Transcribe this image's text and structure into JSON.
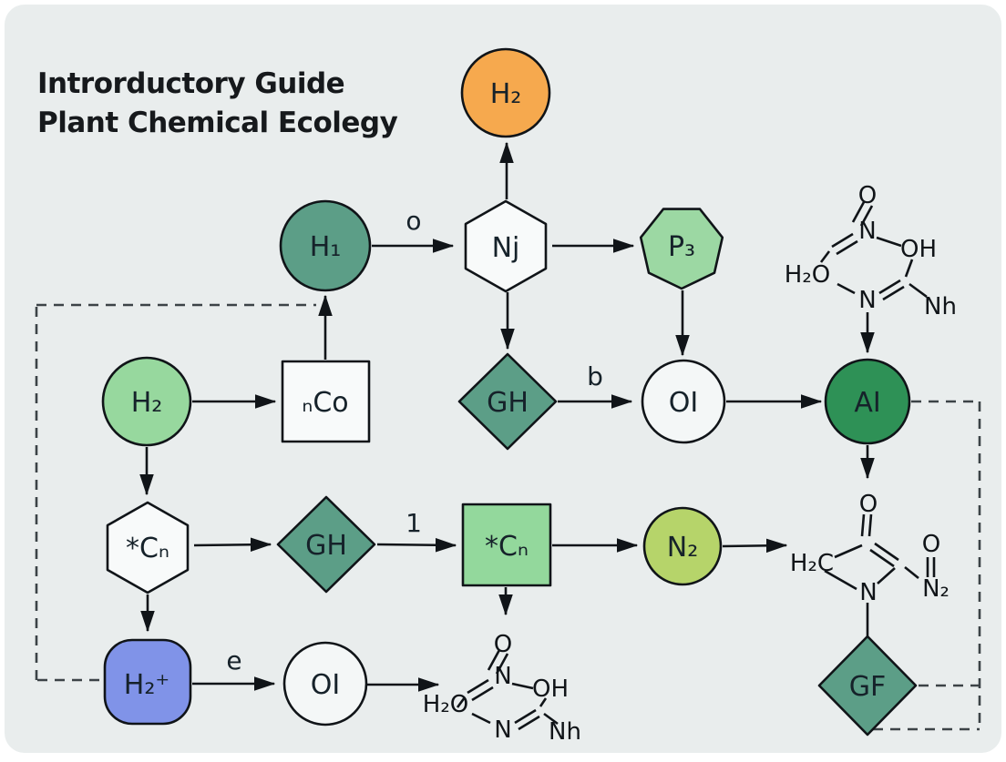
{
  "title": {
    "line1": "Introrductory Guide",
    "line2": "Plant Chemical Ecolegy"
  },
  "nodes": {
    "h2_top": {
      "label": "H₂",
      "shape": "circle",
      "fill": "#F6A94E"
    },
    "h1": {
      "label": "H₁",
      "shape": "circle",
      "fill": "#5C9E87"
    },
    "nj": {
      "label": "Nj",
      "shape": "hexagon",
      "fill": "#F8FAFA"
    },
    "p3": {
      "label": "P₃",
      "shape": "heptagon",
      "fill": "#9CD8A3"
    },
    "h2_left": {
      "label": "H₂",
      "shape": "circle",
      "fill": "#97D89E"
    },
    "nco": {
      "label": "ₙCo",
      "shape": "square",
      "fill": "#F8FAFA"
    },
    "gh_center": {
      "label": "GH",
      "shape": "diamond",
      "fill": "#5C9E87"
    },
    "oi_mid": {
      "label": "OI",
      "shape": "circle",
      "fill": "#F4F7F7"
    },
    "ai": {
      "label": "AI",
      "shape": "circle",
      "fill": "#2E9156"
    },
    "cn_hex": {
      "label": "*Cₙ",
      "shape": "hexagon",
      "fill": "#F8FAFA"
    },
    "gh_left": {
      "label": "GH",
      "shape": "diamond",
      "fill": "#5C9E87"
    },
    "cn_square": {
      "label": "*Cₙ",
      "shape": "square",
      "fill": "#93D89C"
    },
    "n2": {
      "label": "N₂",
      "shape": "circle",
      "fill": "#B6D46A"
    },
    "h2_plus": {
      "label": "H₂⁺",
      "shape": "rounded-square",
      "fill": "#8093E8"
    },
    "oi_bottom": {
      "label": "OI",
      "shape": "circle",
      "fill": "#F4F7F7"
    },
    "gf": {
      "label": "GF",
      "shape": "diamond",
      "fill": "#5C9E87"
    }
  },
  "edge_labels": {
    "h1_to_nj": "o",
    "gh_to_oi": "b",
    "gh_to_cn": "1",
    "h2plus_to_oi": "e"
  },
  "chem": {
    "ring_top_right": {
      "o": "O",
      "n_top": "N",
      "oh": "OH",
      "h2o": "H₂O",
      "n_bottom": "N",
      "nh": "Nh"
    },
    "ring_bottom": {
      "o": "O",
      "n_top": "N",
      "oh": "OH",
      "h2o": "H₂O",
      "n_bottom": "N",
      "nh": "Nh"
    },
    "pyrrolinone_right": {
      "o_top": "O",
      "h2c": "H₂C",
      "n": "N",
      "o_side": "O",
      "n2": "N₂"
    }
  },
  "colors": {
    "canvas_bg": "#E9EDED",
    "stroke": "#101418",
    "dashed": "#3C4347",
    "orange": "#F6A94E",
    "teal": "#5C9E87",
    "light_green": "#97D89E",
    "dark_green": "#2E9156",
    "lime": "#B6D46A",
    "blue": "#8093E8",
    "white_node": "#F8FAFA"
  }
}
